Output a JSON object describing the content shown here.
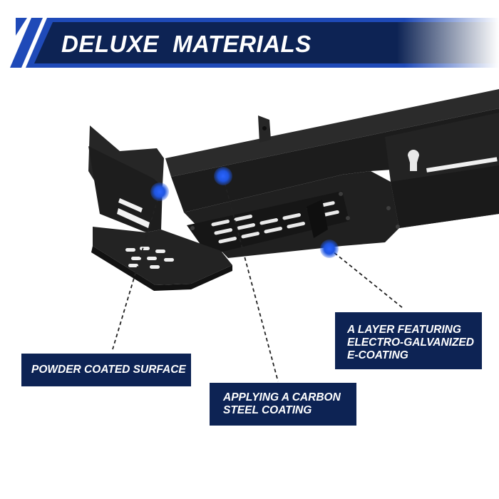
{
  "banner": {
    "title": "DELUXE  MATERIALS",
    "colors": {
      "navy": "#0d2354",
      "blue": "#1f4ab8",
      "white": "#ffffff"
    }
  },
  "product": {
    "image": "steel-rear-bumper",
    "finish_color": "#1c1c1c"
  },
  "callouts": {
    "powder": {
      "line1": "POWDER COATED SURFACE"
    },
    "carbon": {
      "line1": "APPLYING A CARBON",
      "line2": "STEEL COATING"
    },
    "ecoat": {
      "line1": "A LAYER FEATURING",
      "line2": "ELECTRO-GALVANIZED",
      "line3": "E-COATING"
    }
  },
  "markers": {
    "color": "#1f55e0"
  }
}
